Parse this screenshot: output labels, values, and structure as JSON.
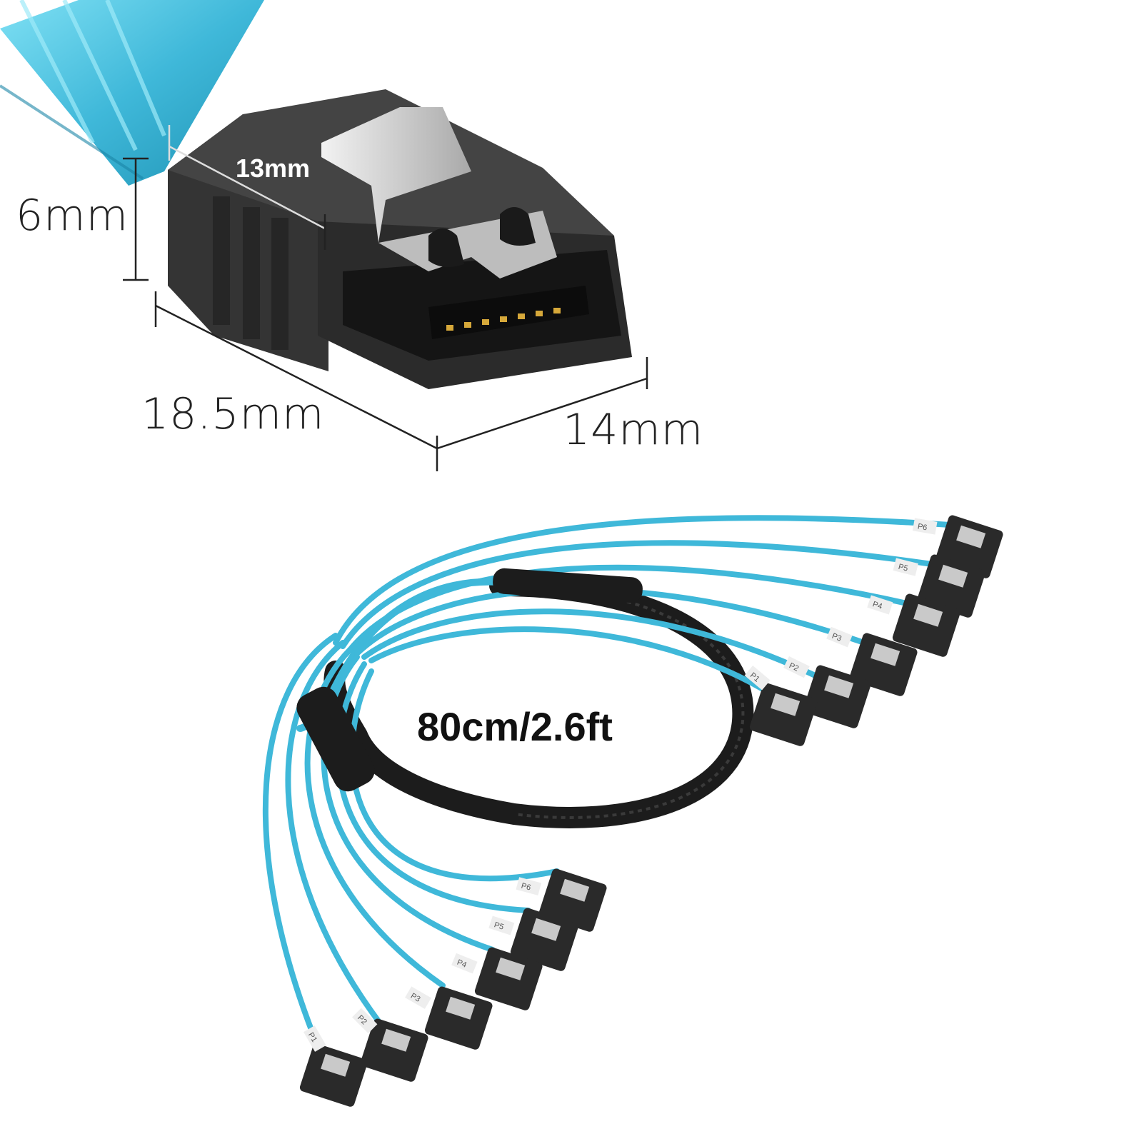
{
  "dimensions": {
    "width": "13mm",
    "height": "6mm",
    "depth": "18.5mm",
    "front_width": "14mm"
  },
  "cable": {
    "length": "80cm/2.6ft",
    "port_labels": [
      "P1",
      "P2",
      "P3",
      "P4",
      "P5",
      "P6"
    ]
  },
  "colors": {
    "cable_blue": "#3fb8d9",
    "connector_black": "#2a2a2a",
    "sleeve_black": "#1c1c1c",
    "latch_silver": "#c9c9c9"
  }
}
